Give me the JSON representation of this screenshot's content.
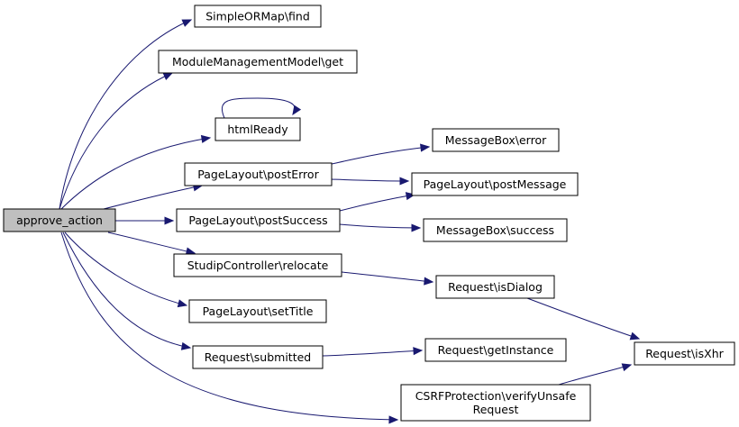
{
  "diagram": {
    "type": "call-graph",
    "colors": {
      "edge": "#191970",
      "root_fill": "#bfbfbf",
      "node_fill": "#ffffff",
      "node_border": "#000000"
    },
    "nodes": [
      {
        "id": "approve_action",
        "lines": [
          "approve_action"
        ],
        "root": true
      },
      {
        "id": "find",
        "lines": [
          "SimpleORMap\\find"
        ]
      },
      {
        "id": "mmget",
        "lines": [
          "ModuleManagementModel\\get"
        ]
      },
      {
        "id": "htmlReady",
        "lines": [
          "htmlReady"
        ]
      },
      {
        "id": "postError",
        "lines": [
          "PageLayout\\postError"
        ]
      },
      {
        "id": "postSuccess",
        "lines": [
          "PageLayout\\postSuccess"
        ]
      },
      {
        "id": "relocate",
        "lines": [
          "StudipController\\relocate"
        ]
      },
      {
        "id": "setTitle",
        "lines": [
          "PageLayout\\setTitle"
        ]
      },
      {
        "id": "submitted",
        "lines": [
          "Request\\submitted"
        ]
      },
      {
        "id": "csrf",
        "lines": [
          "CSRFProtection\\verifyUnsafe",
          "Request"
        ]
      },
      {
        "id": "mberror",
        "lines": [
          "MessageBox\\error"
        ]
      },
      {
        "id": "postMessage",
        "lines": [
          "PageLayout\\postMessage"
        ]
      },
      {
        "id": "mbsuccess",
        "lines": [
          "MessageBox\\success"
        ]
      },
      {
        "id": "isDialog",
        "lines": [
          "Request\\isDialog"
        ]
      },
      {
        "id": "getInstance",
        "lines": [
          "Request\\getInstance"
        ]
      },
      {
        "id": "isXhr",
        "lines": [
          "Request\\isXhr"
        ]
      }
    ],
    "edges": [
      {
        "from": "approve_action",
        "to": "find"
      },
      {
        "from": "approve_action",
        "to": "mmget"
      },
      {
        "from": "approve_action",
        "to": "htmlReady"
      },
      {
        "from": "approve_action",
        "to": "postError"
      },
      {
        "from": "approve_action",
        "to": "postSuccess"
      },
      {
        "from": "approve_action",
        "to": "relocate"
      },
      {
        "from": "approve_action",
        "to": "setTitle"
      },
      {
        "from": "approve_action",
        "to": "submitted"
      },
      {
        "from": "approve_action",
        "to": "csrf"
      },
      {
        "from": "htmlReady",
        "to": "htmlReady"
      },
      {
        "from": "postError",
        "to": "mberror"
      },
      {
        "from": "postError",
        "to": "postMessage"
      },
      {
        "from": "postSuccess",
        "to": "postMessage"
      },
      {
        "from": "postSuccess",
        "to": "mbsuccess"
      },
      {
        "from": "relocate",
        "to": "isDialog"
      },
      {
        "from": "submitted",
        "to": "getInstance"
      },
      {
        "from": "isDialog",
        "to": "isXhr"
      },
      {
        "from": "csrf",
        "to": "isXhr"
      }
    ]
  }
}
